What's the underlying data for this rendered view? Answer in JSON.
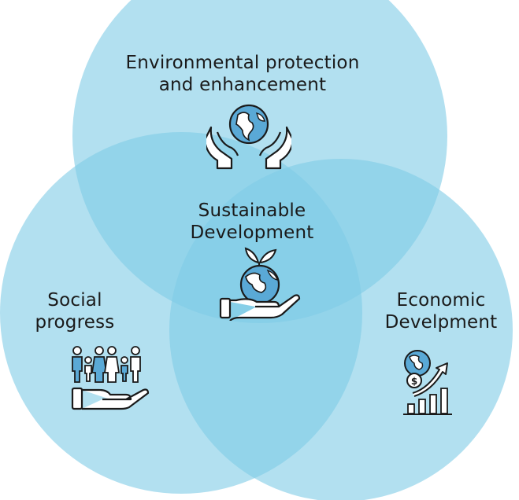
{
  "diagram": {
    "circles": [
      {
        "id": "environment",
        "lines": [
          "Environmental protection",
          "and enhancement"
        ],
        "icon": "hands-holding-globe-icon"
      },
      {
        "id": "social",
        "lines": [
          "Social",
          "progress"
        ],
        "icon": "family-in-hand-icon"
      },
      {
        "id": "economic",
        "lines": [
          "Economic",
          "Develpment"
        ],
        "icon": "globe-dollar-growth-chart-icon"
      }
    ],
    "center": {
      "lines": [
        "Sustainable",
        "Development"
      ],
      "icon": "hand-holding-sprouting-globe-icon"
    },
    "colors": {
      "circle_fill": "#7fcbe6",
      "circle_fill_opacity": 0.6,
      "icon_blue": "#5aa9d6",
      "outline": "#1a1a1a"
    }
  }
}
